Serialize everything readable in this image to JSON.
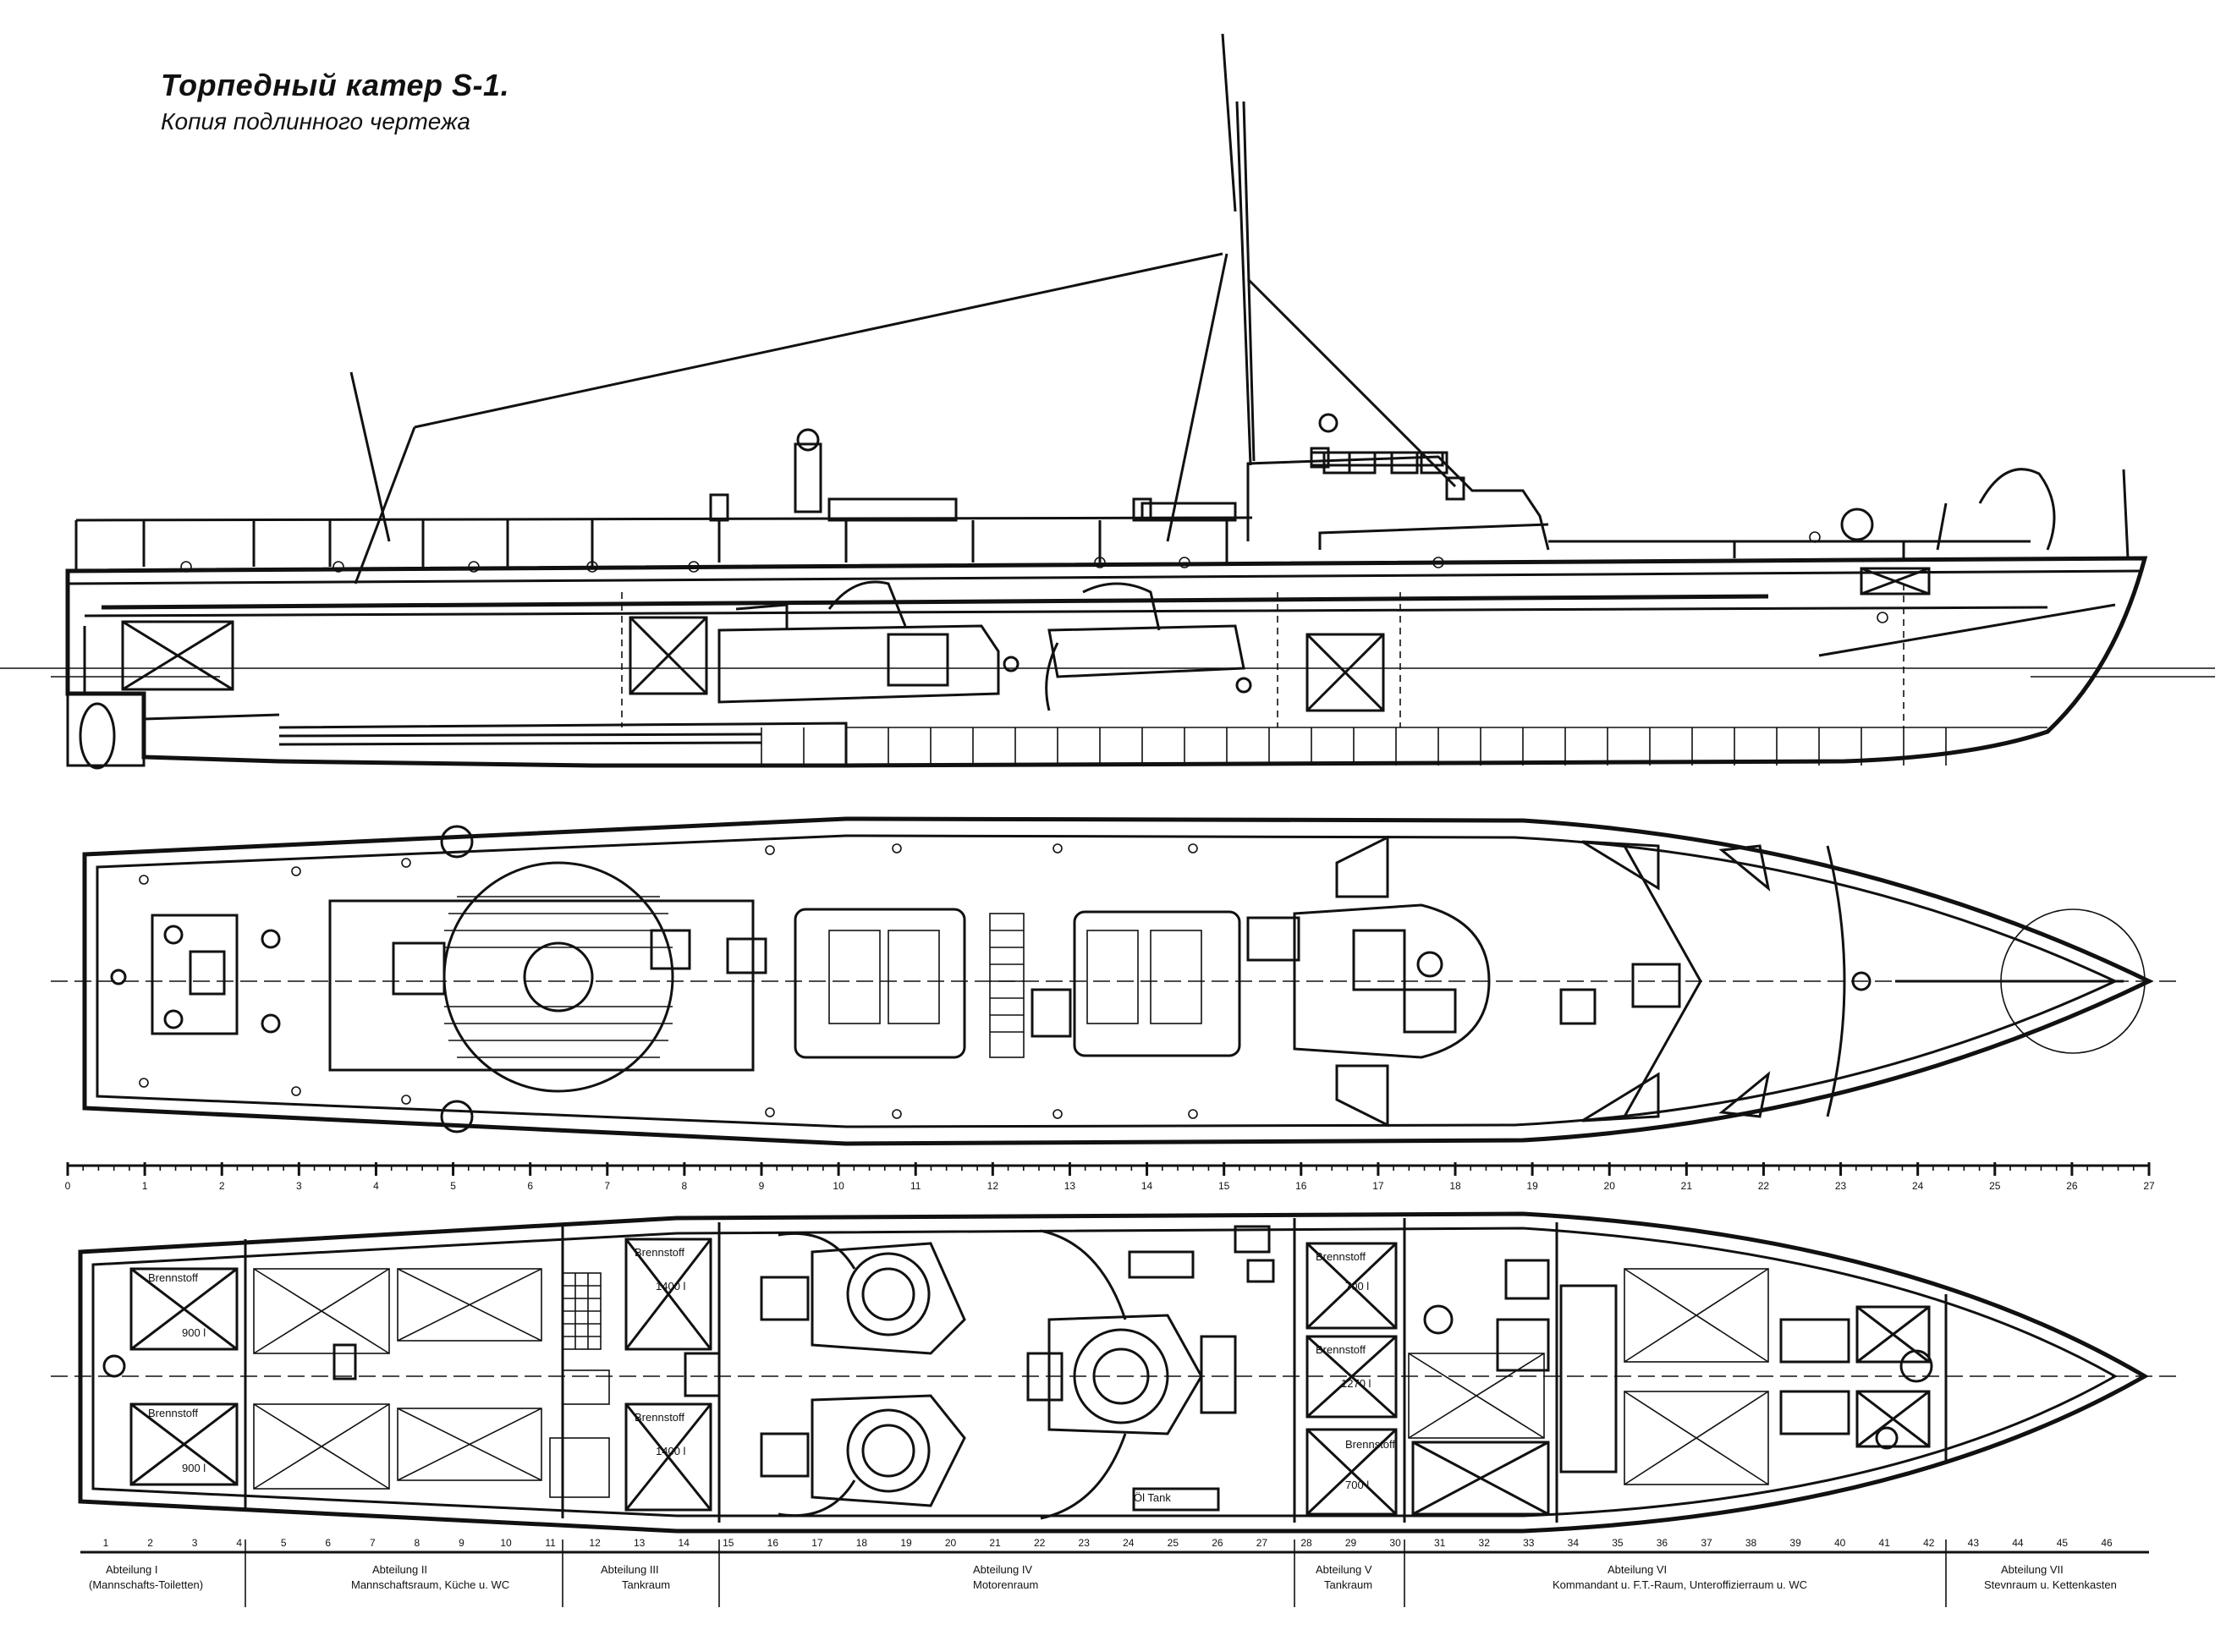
{
  "header": {
    "title": "Торпедный катер S-1.",
    "subtitle": "Копия подлинного чертежа"
  },
  "plan_labels": {
    "fuel": "Brennstoff",
    "fuel_900a": "900 l",
    "fuel_900b": "900 l",
    "fuel_1400a": "1400 l",
    "fuel_1400b": "1400 l",
    "fuel_700a": "700 l",
    "fuel_1270": "1270 l",
    "fuel_700b": "700 l",
    "oil_tank": "Öl Tank"
  },
  "compartments": [
    {
      "name": "Abteilung I",
      "sub": "(Mannschafts-Toiletten)"
    },
    {
      "name": "Abteilung II",
      "sub": "Mannschaftsraum, Küche u. WC"
    },
    {
      "name": "Abteilung III",
      "sub": "Tankraum"
    },
    {
      "name": "Abteilung IV",
      "sub": "Motorenraum"
    },
    {
      "name": "Abteilung V",
      "sub": "Tankraum"
    },
    {
      "name": "Abteilung VI",
      "sub": "Kommandant u. F.T.-Raum, Unteroffizierraum u. WC"
    },
    {
      "name": "Abteilung VII",
      "sub": "Stevnraum u. Kettenkasten"
    }
  ],
  "scale_ticks": [
    "0",
    "1",
    "2",
    "3",
    "4",
    "5",
    "6",
    "7",
    "8",
    "9",
    "10",
    "11",
    "12",
    "13",
    "14",
    "15",
    "16",
    "17",
    "18",
    "19",
    "20",
    "21",
    "22",
    "23",
    "24",
    "25",
    "26",
    "27"
  ],
  "frame_numbers": [
    "1",
    "2",
    "3",
    "4",
    "5",
    "6",
    "7",
    "8",
    "9",
    "10",
    "11",
    "12",
    "13",
    "14",
    "15",
    "16",
    "17",
    "18",
    "19",
    "20",
    "21",
    "22",
    "23",
    "24",
    "25",
    "26",
    "27",
    "28",
    "29",
    "30",
    "31",
    "32",
    "33",
    "34",
    "35",
    "36",
    "37",
    "38",
    "39",
    "40",
    "41",
    "42",
    "43",
    "44",
    "45",
    "46"
  ]
}
